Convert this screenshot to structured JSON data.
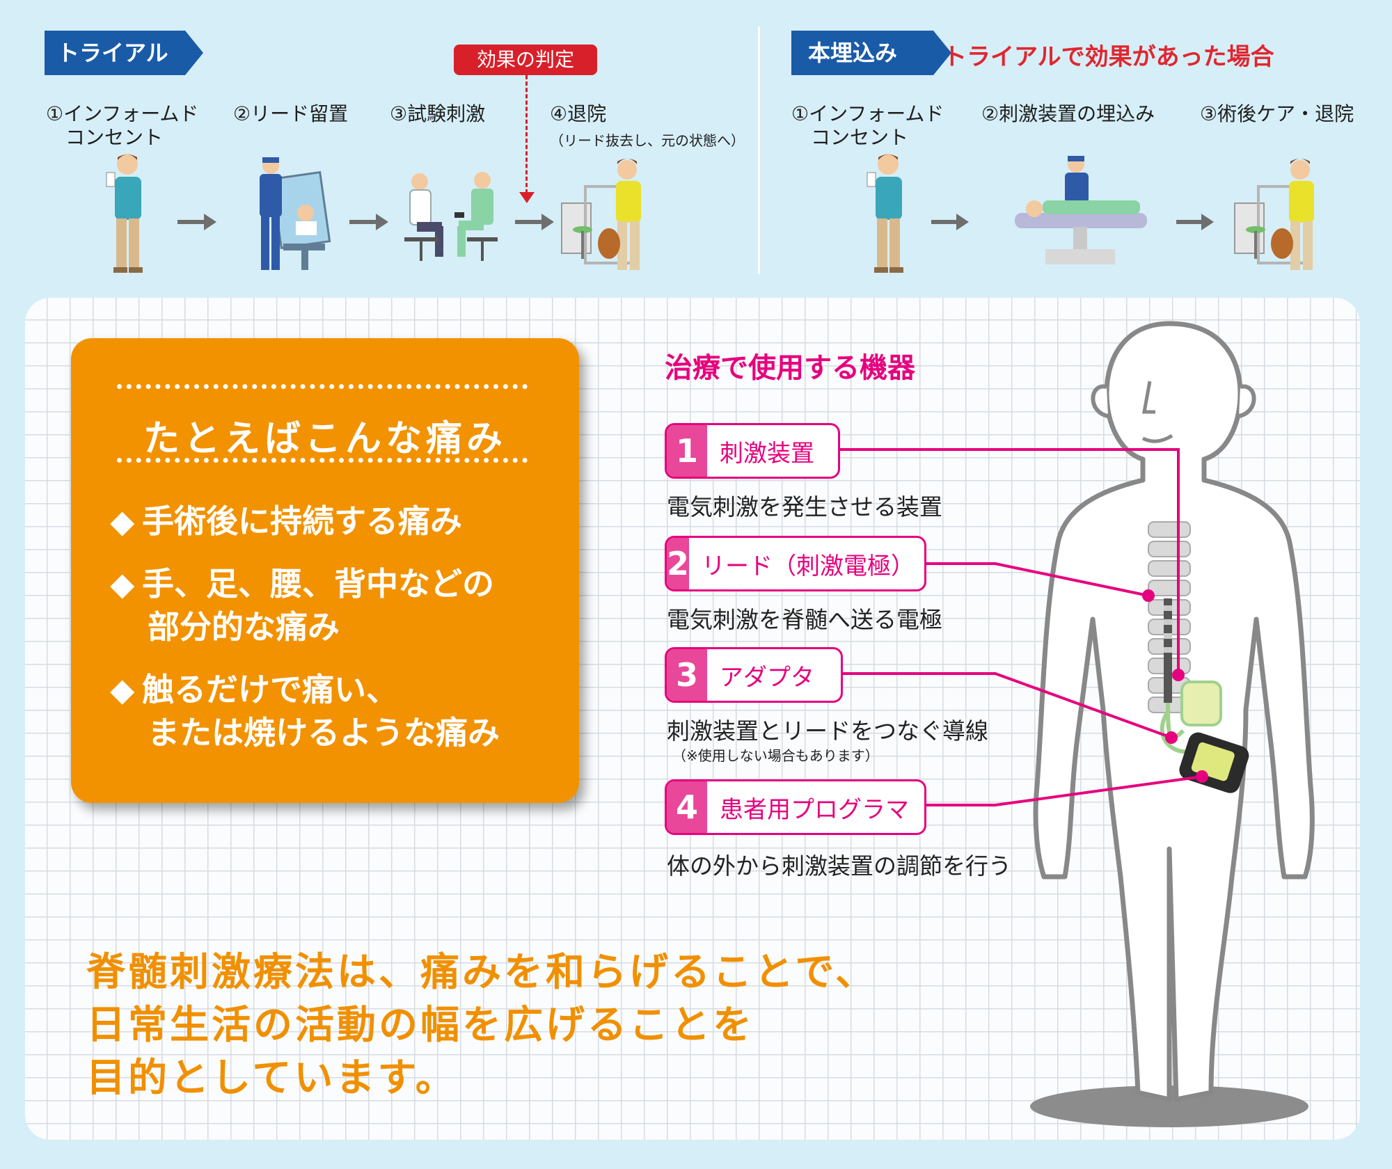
{
  "trial": {
    "tag": "トライアル",
    "judgement": "効果の判定",
    "steps": [
      {
        "label": "①インフォームド\n　コンセント"
      },
      {
        "label": "②リード留置"
      },
      {
        "label": "③試験刺激"
      },
      {
        "label": "④退院",
        "sub": "（リード抜去し、元の状態へ）"
      }
    ]
  },
  "implant": {
    "tag": "本埋込み",
    "note": "トライアルで効果があった場合",
    "steps": [
      {
        "label": "①インフォームド\n　コンセント"
      },
      {
        "label": "②刺激装置の埋込み"
      },
      {
        "label": "③術後ケア・退院"
      }
    ]
  },
  "pain": {
    "title": "たとえばこんな痛み",
    "items": [
      {
        "line1": "手術後に持続する痛み",
        "line2": ""
      },
      {
        "line1": "手、足、腰、背中などの",
        "line2": "部分的な痛み"
      },
      {
        "line1": "触るだけで痛い、",
        "line2": "または焼けるような痛み"
      }
    ],
    "bullet": "◆"
  },
  "devices": {
    "heading": "治療で使用する機器",
    "items": [
      {
        "num": "1",
        "name": "刺激装置",
        "desc": "電気刺激を発生させる装置",
        "note": ""
      },
      {
        "num": "2",
        "name": "リード（刺激電極）",
        "desc": "電気刺激を脊髄へ送る電極",
        "note": ""
      },
      {
        "num": "3",
        "name": "アダプタ",
        "desc": "刺激装置とリードをつなぐ導線",
        "note": "（※使用しない場合もあります）"
      },
      {
        "num": "4",
        "name": "患者用プログラマ",
        "desc": "体の外から刺激装置の調節を行う",
        "note": ""
      }
    ]
  },
  "purpose": {
    "lines": [
      "脊髄刺激療法は、痛みを和らげることで、",
      "日常生活の活動の幅を広げることを",
      "目的としています。"
    ]
  },
  "colors": {
    "tag_blue": "#1a5ba8",
    "judge_red": "#d8202a",
    "magenta": "#e6007e",
    "orange": "#f29200",
    "purpose_orange": "#f09000"
  }
}
